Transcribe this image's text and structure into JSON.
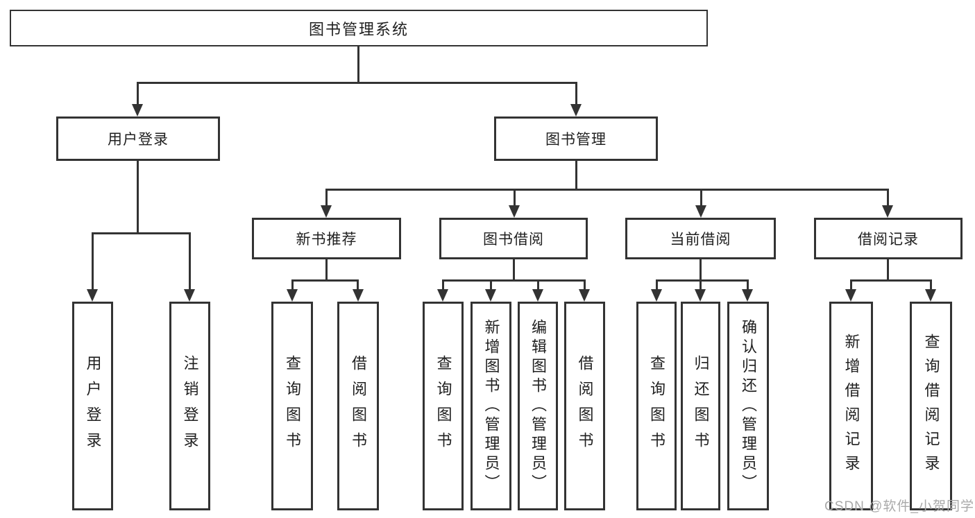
{
  "tree": {
    "label": "图书管理系统",
    "children": [
      {
        "label": "用户登录",
        "children": [
          {
            "label": "用户登录"
          },
          {
            "label": "注销登录"
          }
        ]
      },
      {
        "label": "图书管理",
        "children": [
          {
            "label": "新书推荐",
            "children": [
              {
                "label": "查询图书"
              },
              {
                "label": "借阅图书"
              }
            ]
          },
          {
            "label": "图书借阅",
            "children": [
              {
                "label": "查询图书"
              },
              {
                "label": "新增图书（管理员）"
              },
              {
                "label": "编辑图书（管理员）"
              },
              {
                "label": "借阅图书"
              }
            ]
          },
          {
            "label": "当前借阅",
            "children": [
              {
                "label": "查询图书"
              },
              {
                "label": "归还图书"
              },
              {
                "label": "确认归还（管理员）"
              }
            ]
          },
          {
            "label": "借阅记录",
            "children": [
              {
                "label": "新增借阅记录"
              },
              {
                "label": "查询借阅记录"
              }
            ]
          }
        ]
      }
    ]
  },
  "watermark": {
    "text": "CSDN @软件_小贺同学"
  },
  "colors": {
    "line": "#333333",
    "text": "#1f1f1f",
    "background": "#ffffff",
    "watermark": "#a9a9a9"
  }
}
